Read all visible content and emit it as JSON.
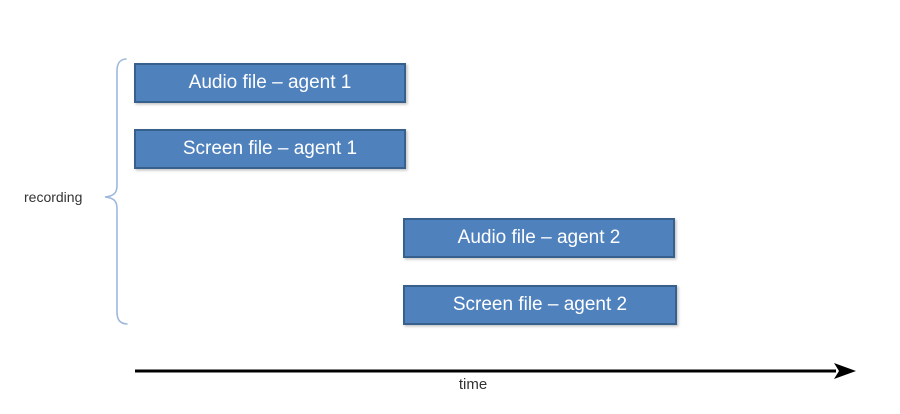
{
  "diagram": {
    "recording_label": "recording",
    "axis_label": "time",
    "boxes": [
      {
        "id": "audio-agent-1",
        "label": "Audio file – agent 1"
      },
      {
        "id": "screen-agent-1",
        "label": "Screen file – agent 1"
      },
      {
        "id": "audio-agent-2",
        "label": "Audio file – agent 2"
      },
      {
        "id": "screen-agent-2",
        "label": "Screen file – agent 2"
      }
    ],
    "colors": {
      "box_fill": "#4f81bd",
      "box_border": "#38608c",
      "box_text": "#ffffff",
      "brace": "#9db8dc",
      "axis": "#000000",
      "label_text": "#333333"
    }
  }
}
